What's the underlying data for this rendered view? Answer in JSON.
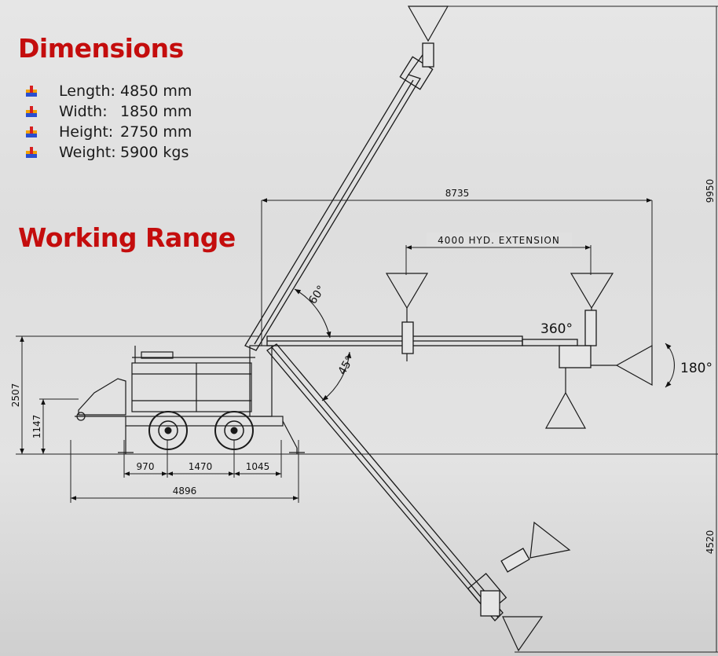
{
  "sections": {
    "dimensions_title": "Dimensions",
    "working_range_title": "Working Range"
  },
  "specs": [
    {
      "label": "Length:",
      "value": "4850 mm"
    },
    {
      "label": "Width:",
      "value": "1850 mm"
    },
    {
      "label": "Height:",
      "value": "2750 mm"
    },
    {
      "label": "Weight:",
      "value": "5900 kgs"
    }
  ],
  "drawing": {
    "dims": {
      "d8735": "8735",
      "hyd_extension": "4000 HYD. EXTENSION",
      "d9950": "9950",
      "d4520": "4520",
      "d2507": "2507",
      "d1147": "1147",
      "d970": "970",
      "d1470": "1470",
      "d1045": "1045",
      "d4896": "4896"
    },
    "angles": {
      "a60": "60°",
      "a45": "45°",
      "a360": "360°",
      "a180": "180°"
    }
  }
}
